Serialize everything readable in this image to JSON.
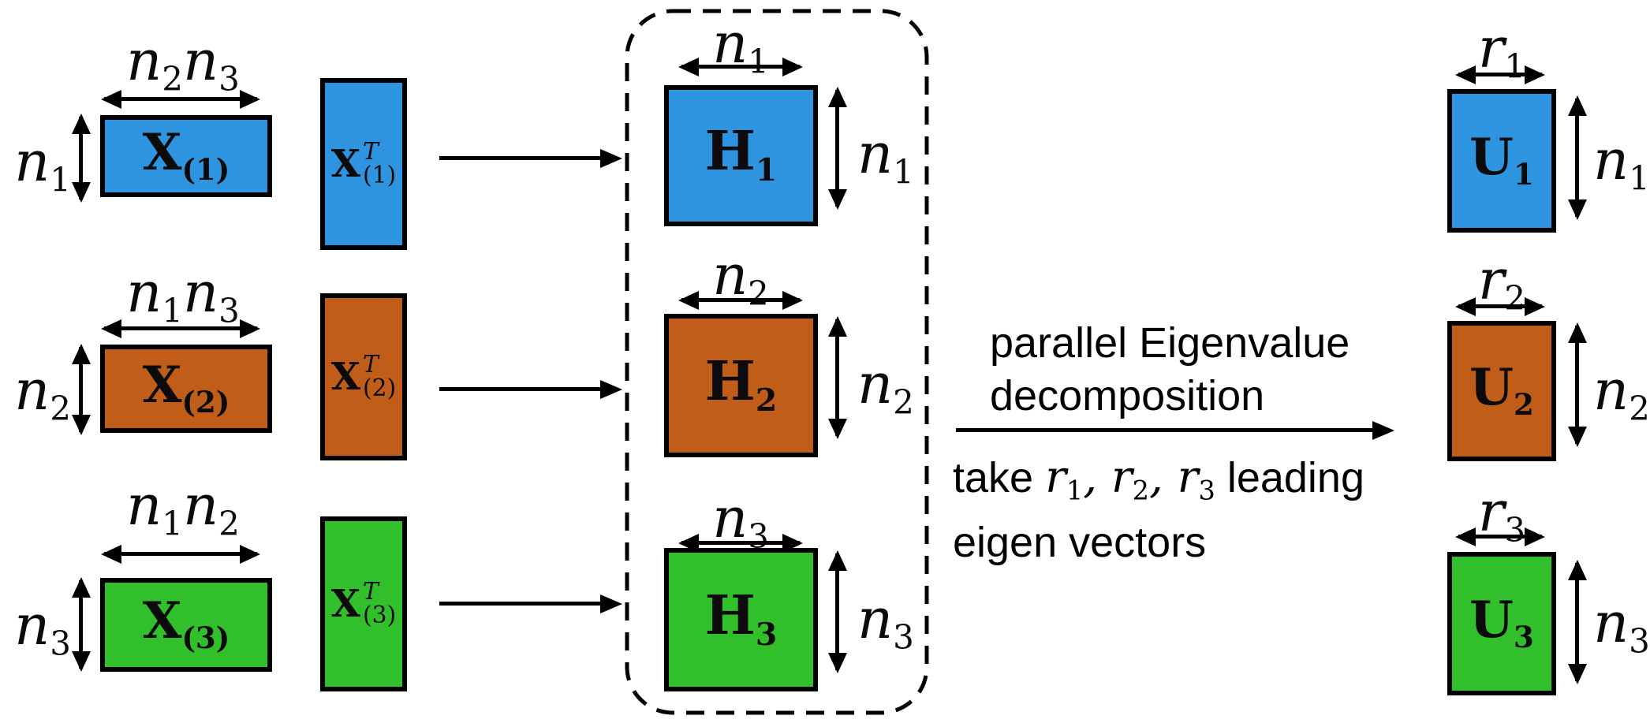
{
  "colors": {
    "mode1": "#2e94e0",
    "mode2": "#c05d18",
    "mode3": "#31c02b",
    "line": "#000000"
  },
  "rows": [
    {
      "x": {
        "label": {
          "base": "X",
          "sub": "(1)"
        },
        "width_label": {
          "p1": "n",
          "s1": "2",
          "p2": "n",
          "s2": "3"
        },
        "height_label": {
          "p1": "n",
          "s1": "1"
        }
      },
      "xt": {
        "label": {
          "base": "X",
          "sup": "T",
          "sub": "(1)"
        }
      },
      "h": {
        "label": {
          "base": "H",
          "sub": "1"
        },
        "width_label": {
          "p1": "n",
          "s1": "1"
        },
        "height_label": {
          "p1": "n",
          "s1": "1"
        }
      },
      "u": {
        "label": {
          "base": "U",
          "sub": "1"
        },
        "width_label": {
          "p1": "r",
          "s1": "1"
        },
        "height_label": {
          "p1": "n",
          "s1": "1"
        }
      },
      "color": "#2e94e0"
    },
    {
      "x": {
        "label": {
          "base": "X",
          "sub": "(2)"
        },
        "width_label": {
          "p1": "n",
          "s1": "1",
          "p2": "n",
          "s2": "3"
        },
        "height_label": {
          "p1": "n",
          "s1": "2"
        }
      },
      "xt": {
        "label": {
          "base": "X",
          "sup": "T",
          "sub": "(2)"
        }
      },
      "h": {
        "label": {
          "base": "H",
          "sub": "2"
        },
        "width_label": {
          "p1": "n",
          "s1": "2"
        },
        "height_label": {
          "p1": "n",
          "s1": "2"
        }
      },
      "u": {
        "label": {
          "base": "U",
          "sub": "2"
        },
        "width_label": {
          "p1": "r",
          "s1": "2"
        },
        "height_label": {
          "p1": "n",
          "s1": "2"
        }
      },
      "color": "#c05d18"
    },
    {
      "x": {
        "label": {
          "base": "X",
          "sub": "(3)"
        },
        "width_label": {
          "p1": "n",
          "s1": "1",
          "p2": "n",
          "s2": "2"
        },
        "height_label": {
          "p1": "n",
          "s1": "3"
        }
      },
      "xt": {
        "label": {
          "base": "X",
          "sup": "T",
          "sub": "(3)"
        }
      },
      "h": {
        "label": {
          "base": "H",
          "sub": "3"
        },
        "width_label": {
          "p1": "n",
          "s1": "3"
        },
        "height_label": {
          "p1": "n",
          "s1": "3"
        }
      },
      "u": {
        "label": {
          "base": "U",
          "sub": "3"
        },
        "width_label": {
          "p1": "r",
          "s1": "3"
        },
        "height_label": {
          "p1": "n",
          "s1": "3"
        }
      },
      "color": "#31c02b"
    }
  ],
  "annotation": {
    "above_line1": "parallel Eigenvalue",
    "above_line2": "decomposition",
    "below_prefix": "take",
    "r_terms": [
      {
        "base": "r",
        "sub": "1"
      },
      {
        "base": "r",
        "sub": "2"
      },
      {
        "base": "r",
        "sub": "3"
      }
    ],
    "separator": ",",
    "below_suffix": "leading",
    "below_line2": "eigen vectors"
  }
}
